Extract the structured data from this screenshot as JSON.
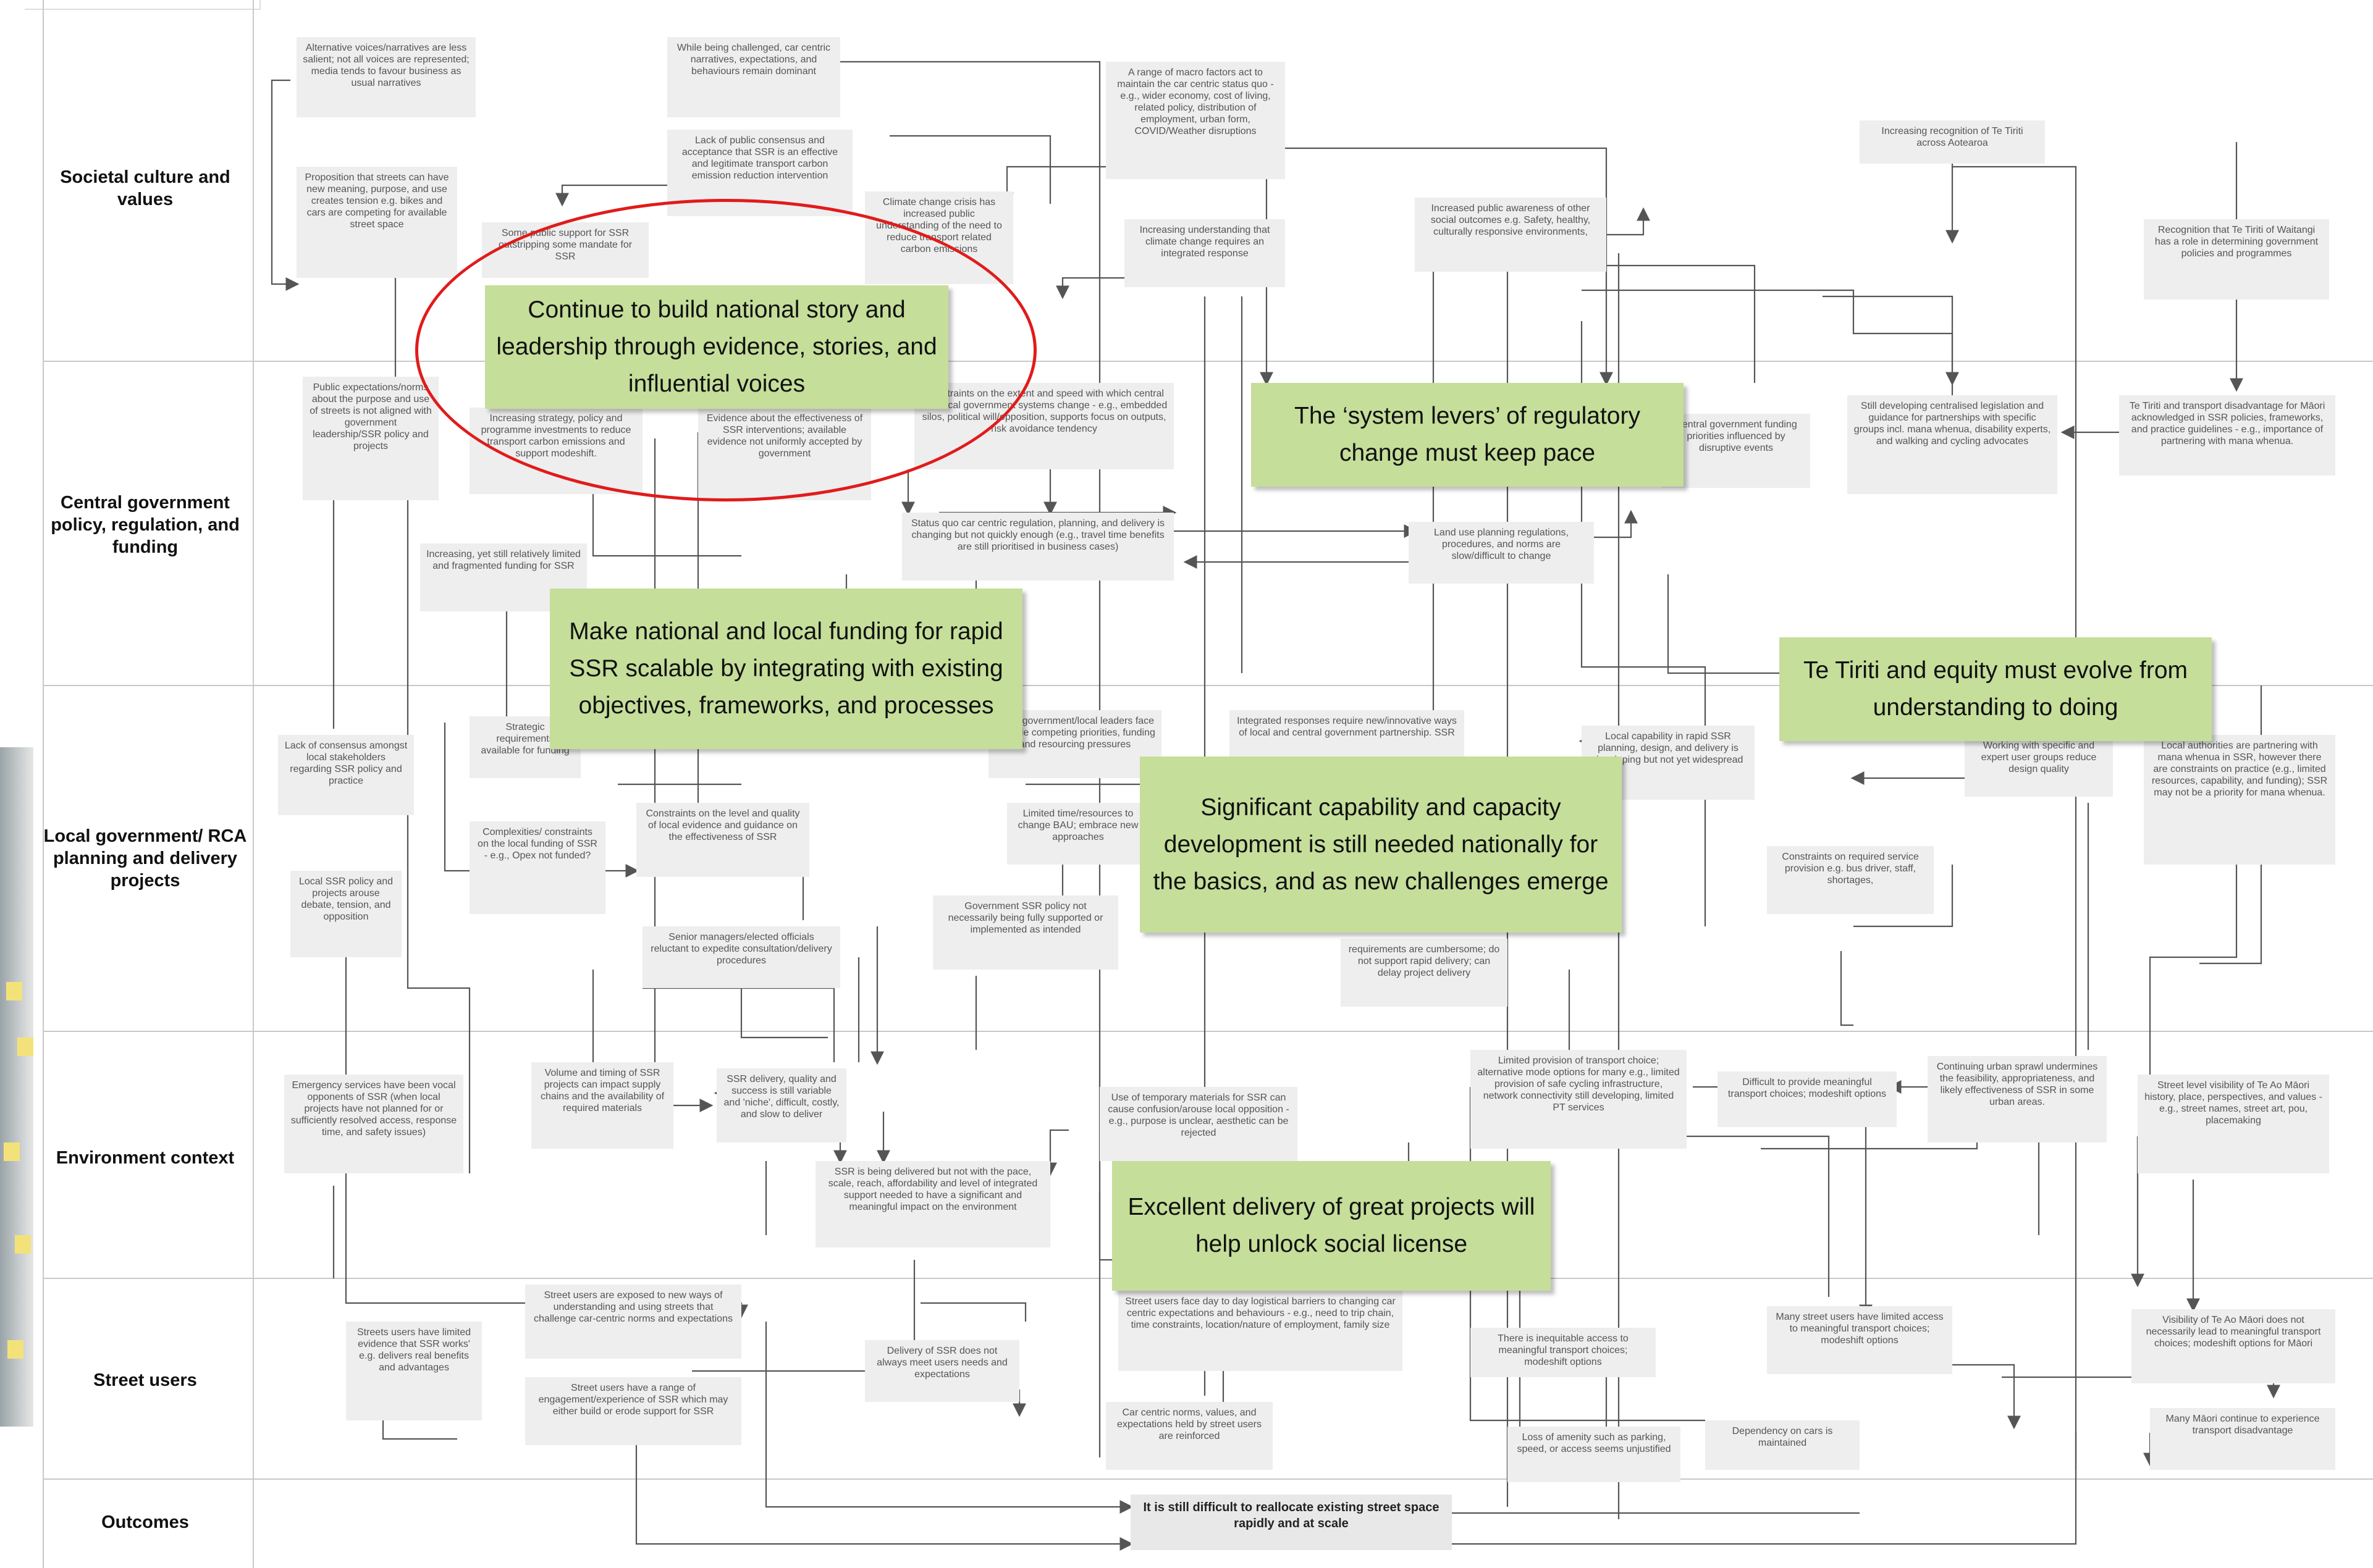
{
  "rows": [
    "Societal culture and values",
    "Central government policy, regulation, and funding",
    "Local government/ RCA planning and delivery projects",
    "Environment context",
    "Street users",
    "Outcomes"
  ],
  "nodes": {
    "n_alt_voices": "Alternative voices/narratives are less salient; not all voices are represented; media tends to favour business as usual narratives",
    "n_car_narratives": "While being challenged, car centric narratives, expectations, and behaviours remain dominant",
    "n_macro": "A range of macro factors act to maintain the car centric status quo - e.g., wider economy, cost of living, related policy, distribution of employment, urban form, COVID/Weather disruptions",
    "n_te_tiriti_recog": "Increasing recognition of Te Tiriti across Aotearoa",
    "n_consensus": "Lack of public consensus and acceptance that SSR is an effective and legitimate transport carbon emission reduction intervention",
    "n_proposition": "Proposition that streets can have new meaning, purpose, and use creates tension e.g. bikes and cars are competing for available street space",
    "n_public_support": "Some public support for SSR outstripping some mandate for SSR",
    "n_climate": "Climate change crisis has increased public understanding of the need to reduce transport related carbon emissions",
    "n_understanding": "Increasing understanding that climate change requires an integrated response",
    "n_awareness": "Increased public awareness of other social outcomes e.g. Safety, healthy, culturally responsive environments,",
    "n_waitangi": "Recognition that Te Tiriti of Waitangi has a role in determining government policies and programmes",
    "n_public_expect": "Public expectations/norms about the purpose and use of streets is not aligned with government leadership/SSR policy and projects",
    "n_strategy": "Increasing strategy, policy and programme investments to reduce transport carbon emissions and support modeshift.",
    "n_evidence": "Evidence about the effectiveness of SSR interventions; available evidence not uniformly accepted by government",
    "n_constraints_extent": "Constraints on the extent and speed with which central and local government systems change - e.g., embedded silos, political will/opposition, supports focus on outputs, risk avoidance tendency",
    "n_gov_funding": "Central government funding priorities influenced by disruptive events",
    "n_centralised": "Still developing centralised legislation and guidance for partnerships with specific groups incl. mana whenua, disability experts, and walking and cycling advocates",
    "n_tiriti_disadv": "Te Tiriti and transport disadvantage for Māori acknowledged in SSR policies, frameworks, and practice guidelines - e.g., importance of partnering with mana whenua.",
    "n_funding_limited": "Increasing, yet still relatively limited and fragmented funding for SSR",
    "n_status_quo": "Status quo car centric regulation, planning, and delivery is changing but not quickly enough (e.g., travel time benefits are still prioritised in business cases)",
    "n_land_use": "Land use planning regulations, procedures, and norms are slow/difficult to change",
    "n_lack_consensus_local": "Lack of consensus amongst local stakeholders regarding SSR policy and practice",
    "n_strategic": "Strategic requirements available for funding",
    "n_local_face": "Local government/local leaders face multiple competing priorities, funding and resourcing pressures",
    "n_integrated": "Integrated responses require new/innovative ways of local and central government partnership. SSR",
    "n_local_capability": "Local capability in rapid SSR planning, design, and delivery is developing but not yet widespread",
    "n_working_groups": "Working with specific and expert user groups reduce design quality",
    "n_local_partnering": "Local authorities are partnering with mana whenua in SSR, however there are constraints on practice (e.g., limited resources, capability, and funding); SSR may not be a priority for mana whenua.",
    "n_complexities": "Complexities/ constraints on the local funding of SSR - e.g., Opex not funded?",
    "n_constraints_level": "Constraints on the level and quality of local evidence and guidance on the effectiveness of SSR",
    "n_limited_time": "Limited time/resources to change BAU; embrace new approaches",
    "n_local_policy": "Local SSR policy and projects arouse debate, tension, and opposition",
    "n_gov_policy_not": "Government SSR policy not necessarily being fully supported or implemented as intended",
    "n_service_provision": "Constraints on required service provision e.g. bus driver, staff, shortages,",
    "n_senior_managers": "Senior managers/elected officials reluctant to expedite consultation/delivery procedures",
    "n_cumbersome": "requirements are cumbersome; do not support rapid delivery; can delay project delivery",
    "n_emergency": "Emergency services have been vocal opponents of SSR (when local projects have not planned for or sufficiently resolved access, response time, and safety issues)",
    "n_volume": "Volume and timing of SSR projects can impact supply chains and the availability of required materials",
    "n_ssr_delivery": "SSR delivery, quality and success is still variable and 'niche', difficult, costly, and slow to deliver",
    "n_temporary": "Use of temporary materials for SSR can cause confusion/arouse local opposition - e.g., purpose is unclear, aesthetic can be rejected",
    "n_limited_transport": "Limited provision of transport choice; alternative mode options for many e.g., limited provision of safe cycling infrastructure, network connectivity still developing, limited PT services",
    "n_difficult_provide": "Difficult to provide meaningful transport choices; modeshift options",
    "n_sprawl": "Continuing urban sprawl undermines the feasibility, appropriateness, and likely effectiveness of SSR in some urban areas.",
    "n_visibility": "Street level visibility of Te Ao Māori history, place, perspectives, and values - e.g., street names, street art, pou, placemaking",
    "n_not_pace": "SSR is being delivered but not with the pace, scale, reach, affordability and level of integrated support needed to have a significant and meaningful impact on the environment",
    "n_exposed": "Street users are exposed to new ways of understanding and using streets that challenge car-centric norms and expectations",
    "n_users_have": "Streets users have limited evidence that SSR works' e.g. delivers real benefits and advantages",
    "n_range_experience": "Street users have a range of engagement/experience of SSR which may either build or erode support for SSR",
    "n_delivery_not": "Delivery of SSR does not always meet users needs and expectations",
    "n_barriers": "Street users face day to day logistical barriers to changing car centric expectations and behaviours - e.g., need to trip chain, time constraints, location/nature of employment, family size",
    "n_inequitable": "There is inequitable access to meaningful transport choices; modeshift options",
    "n_many_users": "Many street users have limited access to meaningful transport choices; modeshift options",
    "n_visibility_maori": "Visibility of Te Ao Māori does not necessarily lead to meaningful transport choices; modeshift options for Māori",
    "n_car_norms": "Car centric norms, values, and expectations held by street users are reinforced",
    "n_loss_amenity": "Loss of amenity such as parking, speed, or access seems unjustified",
    "n_dependency": "Dependency on cars is maintained",
    "n_maori_disadv": "Many Māori continue to experience transport disadvantage",
    "n_outcome": "It is still difficult to reallocate existing street space rapidly and at scale"
  },
  "callouts": {
    "c1": "Continue to build national story and leadership through evidence, stories, and influential voices",
    "c2": "The ‘system levers’ of regulatory change must keep pace",
    "c3": "Make national and local funding for rapid SSR scalable by integrating with existing objectives, frameworks, and processes",
    "c4": "Te Tiriti and equity must evolve from understanding to doing",
    "c5": "Significant capability and capacity development is still needed nationally for the basics, and as new challenges emerge",
    "c6": "Excellent delivery of great projects will help unlock social license"
  },
  "colors": {
    "callout_fill": "#c5de9a",
    "highlight_ellipse": "#e11b1b",
    "node_fill": "#eeeeee",
    "line": "#555555",
    "row_border": "#c8c8c8"
  }
}
